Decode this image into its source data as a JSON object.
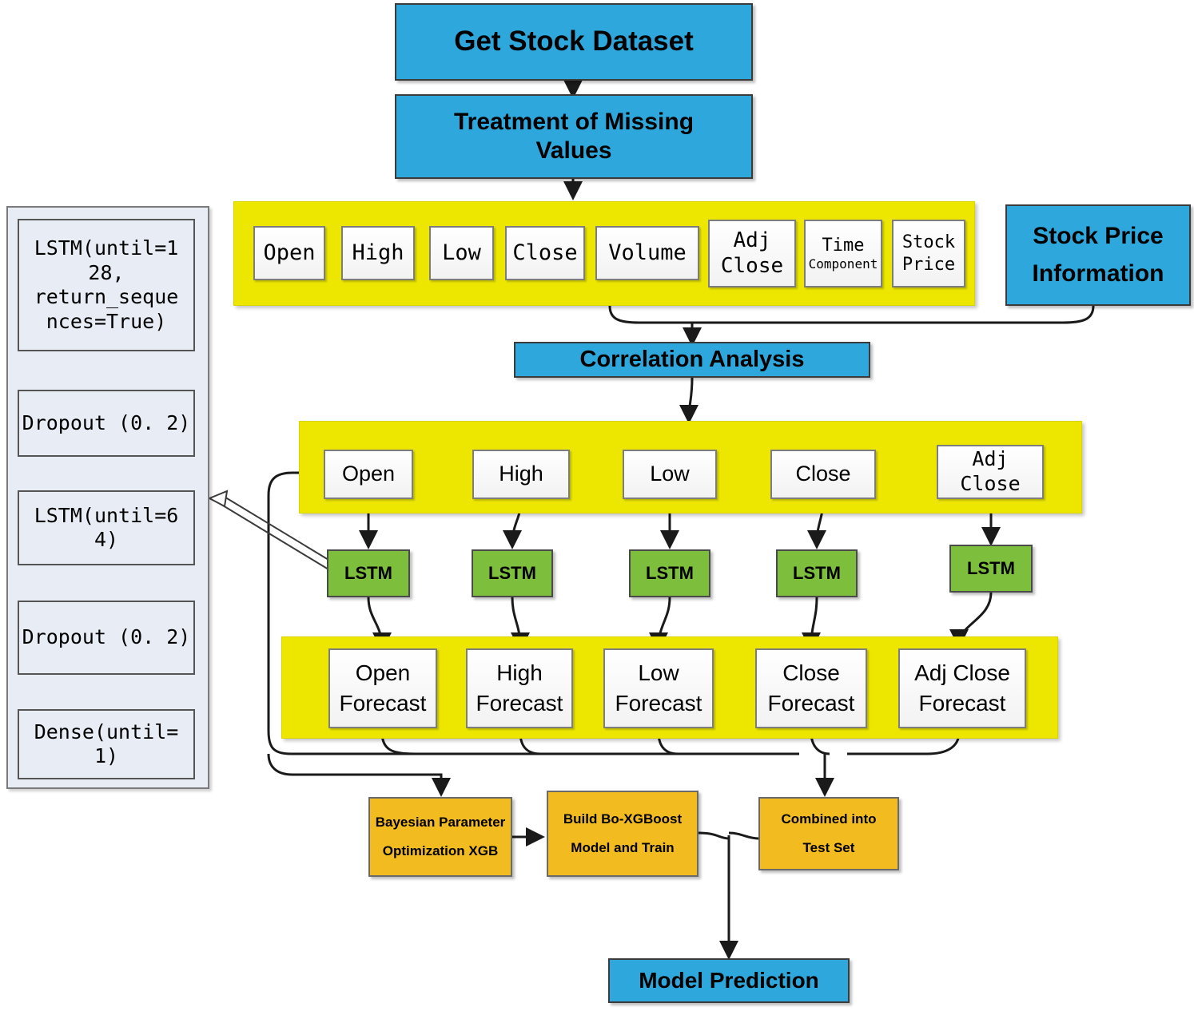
{
  "diagram": {
    "title": "Stock price prediction pipeline flowchart",
    "colors": {
      "blue": "#2EA8DC",
      "yellow": "#EDE700",
      "green": "#7DBE3C",
      "orange": "#F2BB20",
      "panel": "#E8ECF5",
      "box_white": "#FFFFFF",
      "stroke": "#333333"
    }
  },
  "top": {
    "get_dataset": "Get Stock Dataset",
    "missing_values": "Treatment of Missing\nValues",
    "missing_values_l1": "Treatment of Missing",
    "missing_values_l2": "Values",
    "stock_price_info_l1": "Stock Price",
    "stock_price_info_l2": "Information",
    "correlation": "Correlation Analysis"
  },
  "features_row": {
    "items": [
      {
        "label": "Open",
        "l1": "Open",
        "l2": ""
      },
      {
        "label": "High",
        "l1": "High",
        "l2": ""
      },
      {
        "label": "Low",
        "l1": "Low",
        "l2": ""
      },
      {
        "label": "Close",
        "l1": "Close",
        "l2": ""
      },
      {
        "label": "Volume",
        "l1": "Volume",
        "l2": ""
      },
      {
        "label": "Adj Close",
        "l1": "Adj",
        "l2": "Close"
      },
      {
        "label": "Time Component",
        "l1": "Time",
        "l2": "Component"
      },
      {
        "label": "Stock Price",
        "l1": "Stock",
        "l2": "Price"
      }
    ]
  },
  "selected_row": {
    "items": [
      {
        "label": "Open",
        "l1": "Open",
        "l2": ""
      },
      {
        "label": "High",
        "l1": "High",
        "l2": ""
      },
      {
        "label": "Low",
        "l1": "Low",
        "l2": ""
      },
      {
        "label": "Close",
        "l1": "Close",
        "l2": ""
      },
      {
        "label": "Adj Close",
        "l1": "Adj",
        "l2": "Close"
      }
    ]
  },
  "lstm_row": {
    "items": [
      {
        "label": "LSTM"
      },
      {
        "label": "LSTM"
      },
      {
        "label": "LSTM"
      },
      {
        "label": "LSTM"
      },
      {
        "label": "LSTM"
      }
    ]
  },
  "forecast_row": {
    "items": [
      {
        "l1": "Open",
        "l2": "Forecast"
      },
      {
        "l1": "High",
        "l2": "Forecast"
      },
      {
        "l1": "Low",
        "l2": "Forecast"
      },
      {
        "l1": "Close",
        "l2": "Forecast"
      },
      {
        "l1": "Adj Close",
        "l2": "Forecast"
      }
    ]
  },
  "bottom": {
    "bayesian_l1": "Bayesian Parameter",
    "bayesian_l2": "Optimization XGB",
    "build_model_l1": "Build Bo-XGBoost",
    "build_model_l2": "Model and Train",
    "combined_l1": "Combined into",
    "combined_l2": "Test Set",
    "model_prediction": "Model Prediction"
  },
  "lstm_detail_panel": {
    "layers": [
      {
        "l1": "LSTM(until=1",
        "l2": "28,",
        "l3": "return_seque",
        "l4": "nces=True)"
      },
      {
        "l1": "Dropout (0. 2)",
        "l2": "",
        "l3": "",
        "l4": ""
      },
      {
        "l1": "LSTM(until=6",
        "l2": "4)",
        "l3": "",
        "l4": ""
      },
      {
        "l1": "Dropout (0. 2)",
        "l2": "",
        "l3": "",
        "l4": ""
      },
      {
        "l1": "Dense(until=",
        "l2": "1)",
        "l3": "",
        "l4": ""
      }
    ]
  }
}
